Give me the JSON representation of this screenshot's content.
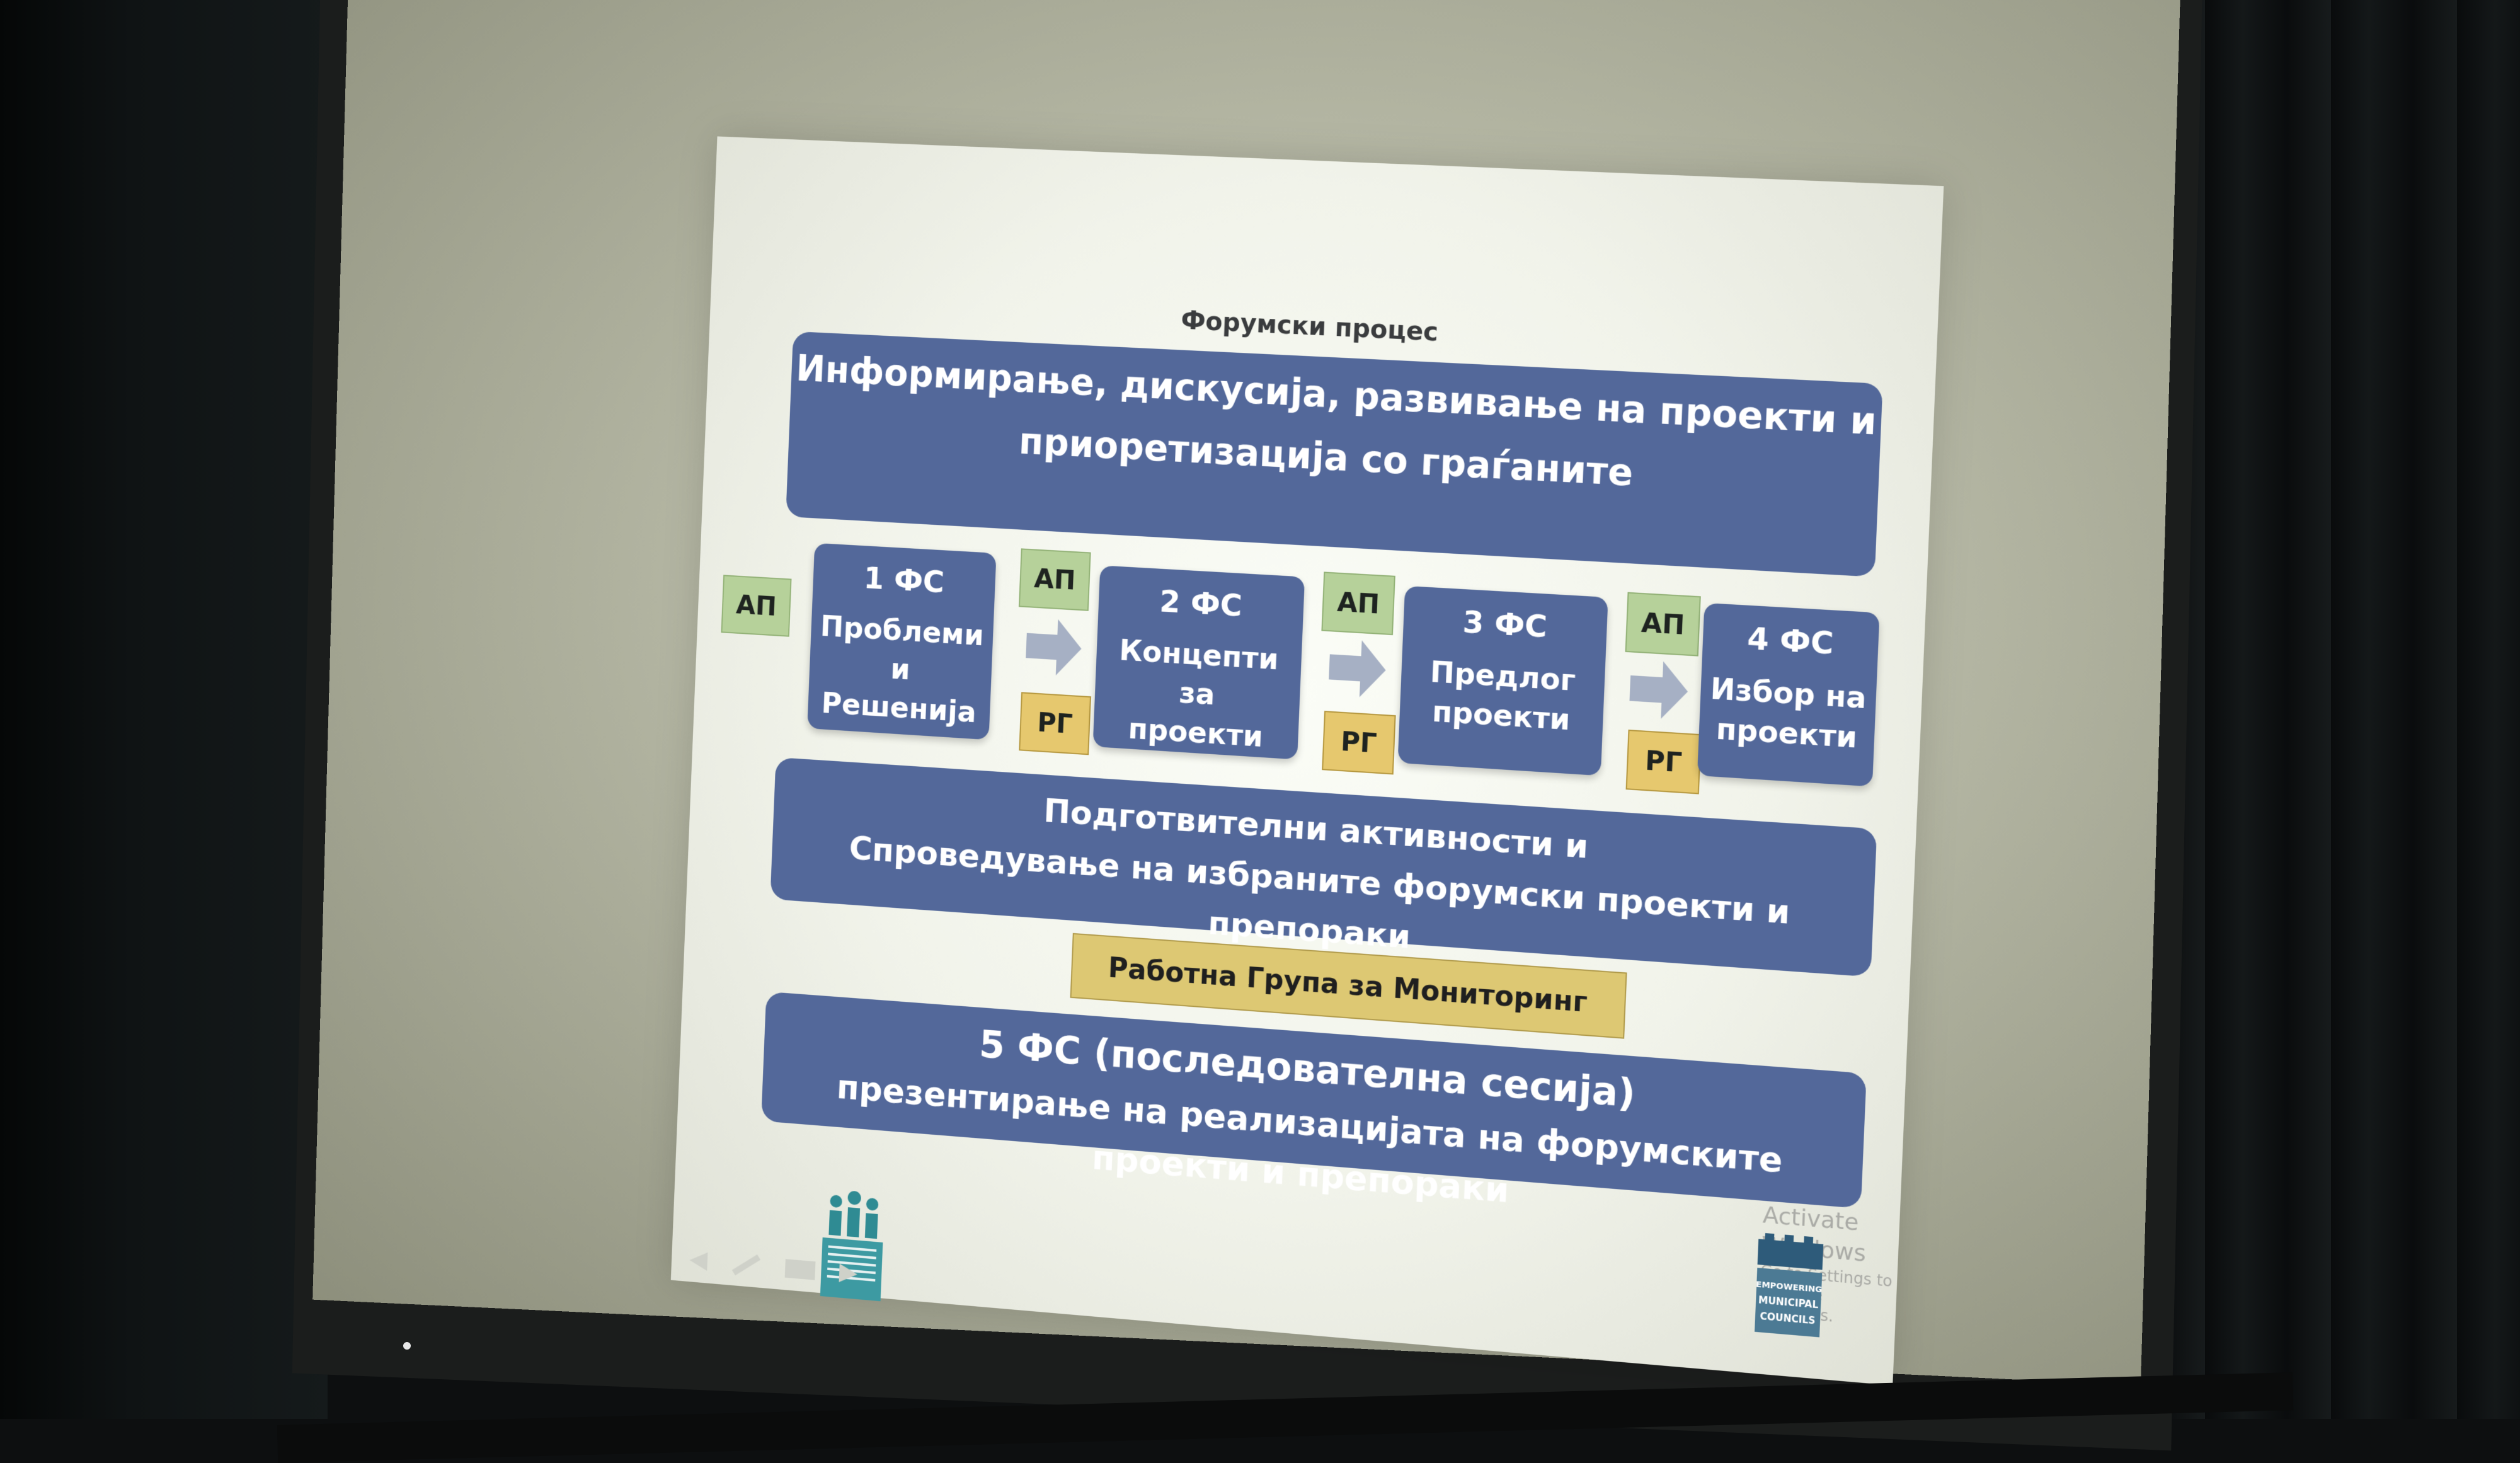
{
  "slide": {
    "title": "Форумски процес",
    "top_banner": {
      "line1": "Информирање, дискусија, развивање на проекти и",
      "line2": "приоретизација со граѓаните"
    },
    "steps": [
      {
        "num": "1 ФС",
        "text_lines": [
          "Проблеми",
          "и",
          "Решенија"
        ]
      },
      {
        "num": "2 ФС",
        "text_lines": [
          "Концепти за",
          "проекти"
        ]
      },
      {
        "num": "3 ФС",
        "text_lines": [
          "Предлог",
          "проекти"
        ]
      },
      {
        "num": "4 ФС",
        "text_lines": [
          "Избор на",
          "проекти"
        ]
      }
    ],
    "tags": {
      "ap": "АП",
      "rg": "РГ"
    },
    "mid_banner": {
      "line1": "Подготвителни активности и",
      "line2": "Спроведување на избраните форумски проекти и препораки"
    },
    "monitoring_label": "Работна Група за Мониторинг",
    "bottom_banner": {
      "line1": "5 ФС (последователна сесија)",
      "line2": "презентирање на реализацијата на форумските проекти и препораки"
    },
    "right_logo_text": [
      "EMPOWERING",
      "MUNICIPAL",
      "COUNCILS"
    ],
    "watermark": {
      "line1": "Activate Windows",
      "line2": "Go to Settings to activate Windows."
    }
  },
  "colors": {
    "banner": "#53689a",
    "ap_tag": "#b6d19a",
    "rg_tag": "#e6c86e",
    "monitor": "#ddc873",
    "arrow": "#a6b0c4"
  },
  "icons": [
    "arrow-right-icon",
    "forum-logo-icon",
    "emc-logo-icon"
  ]
}
